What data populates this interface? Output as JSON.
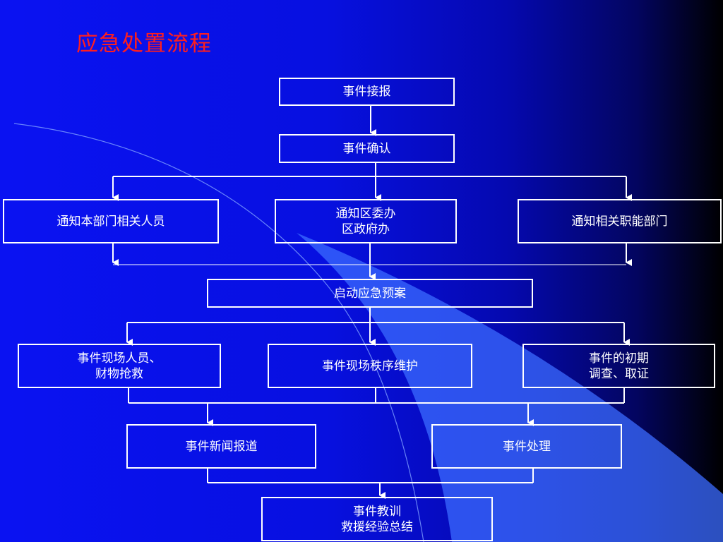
{
  "title": "应急处置流程",
  "nodes": {
    "n1": "事件接报",
    "n2": "事件确认",
    "n3a": "通知本部门相关人员",
    "n3b": "通知区委办\n区政府办",
    "n3c": "通知相关职能部门",
    "n4": "启动应急预案",
    "n5a": "事件现场人员、\n财物抢救",
    "n5b": "事件现场秩序维护",
    "n5c": "事件的初期\n调查、取证",
    "n6a": "事件新闻报道",
    "n6b": "事件处理",
    "n7": "事件教训\n救援经验总结"
  },
  "colors": {
    "title": "#ff1e1e",
    "line": "#ffffff",
    "accent_light": "#4a7cff"
  }
}
